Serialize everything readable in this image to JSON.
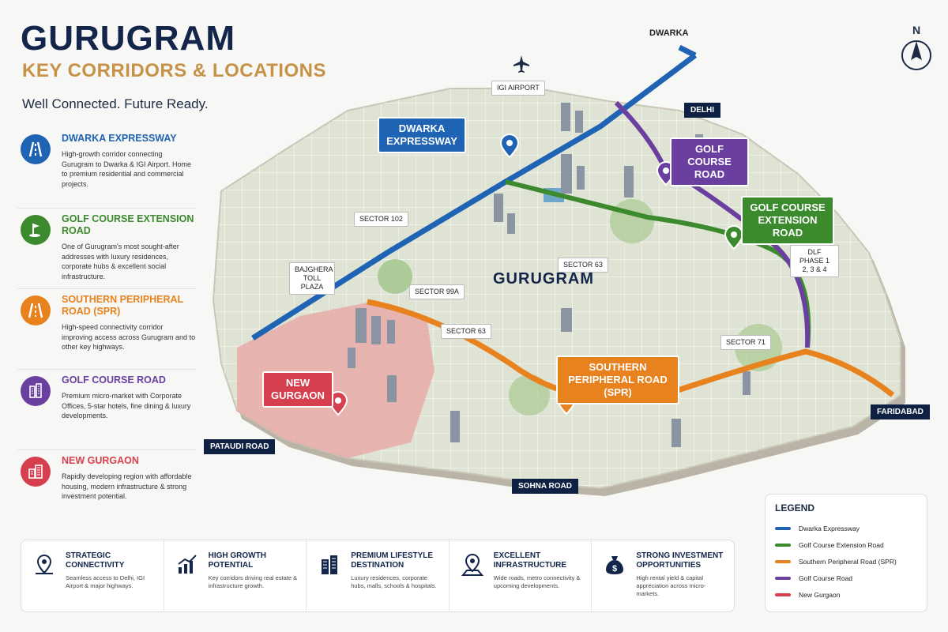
{
  "header": {
    "title": "GURUGRAM",
    "subtitle": "KEY CORRIDORS & LOCATIONS",
    "tagline": "Well Connected. Future Ready."
  },
  "sidebar": {
    "items": [
      {
        "title": "DWARKA EXPRESSWAY",
        "desc": "High-growth corridor connecting Gurugram to Dwarka & IGI Airport. Home to premium residential and commercial projects.",
        "color": "#1f63b4",
        "icon": "highway-icon"
      },
      {
        "title": "GOLF COURSE EXTENSION ROAD",
        "desc": "One of Gurugram's most sought-after addresses with luxury residences, corporate hubs & excellent social infrastructure.",
        "color": "#3b8a2e",
        "icon": "golf-flag-icon"
      },
      {
        "title": "SOUTHERN PERIPHERAL ROAD (SPR)",
        "desc": "High-speed connectivity corridor improving access across Gurugram and to other key highways.",
        "color": "#e8821e",
        "icon": "road-icon"
      },
      {
        "title": "GOLF COURSE ROAD",
        "desc": "Premium micro-market with Corporate Offices, 5-star hotels, fine dining & luxury developments.",
        "color": "#6a3fa0",
        "icon": "office-building-icon"
      },
      {
        "title": "NEW GURGAON",
        "desc": "Rapidly developing region with affordable housing, modern infrastructure & strong investment potential.",
        "color": "#d6404e",
        "icon": "residential-building-icon"
      }
    ]
  },
  "map": {
    "city_label": "GURUGRAM",
    "places": {
      "dwarka": "DWARKA",
      "igi_airport": "IGI AIRPORT",
      "delhi": "DELHI",
      "sector_102": "SECTOR 102",
      "bajghera": "BAJGHERA TOLL PLAZA",
      "sector_99a": "SECTOR 99A",
      "sector_63_a": "SECTOR 63",
      "sector_63_b": "SECTOR 63",
      "sector_71": "SECTOR 71",
      "dlf_phase": "DLF PHASE 1 2, 3 & 4",
      "faridabad": "FARIDABAD",
      "pataudi_road": "PATAUDI ROAD",
      "sohna_road": "SOHNA ROAD"
    },
    "callouts": {
      "dwarka_expressway": "DWARKA EXPRESSWAY",
      "golf_course_road": "GOLF COURSE ROAD",
      "golf_course_extension": "GOLF COURSE EXTENSION ROAD",
      "spr": "SOUTHERN PERIPHERAL ROAD (SPR)",
      "new_gurgaon": "NEW GURGAON"
    }
  },
  "features": [
    {
      "title": "STRATEGIC CONNECTIVITY",
      "desc": "Seamless access to Delhi, IGI Airport & major highways.",
      "icon": "map-pin-icon"
    },
    {
      "title": "HIGH GROWTH POTENTIAL",
      "desc": "Key corridors driving real estate & infrastructure growth.",
      "icon": "growth-chart-icon"
    },
    {
      "title": "PREMIUM LIFESTYLE DESTINATION",
      "desc": "Luxury residences, corporate hubs, malls, schools & hospitals.",
      "icon": "buildings-icon"
    },
    {
      "title": "EXCELLENT INFRASTRUCTURE",
      "desc": "Wide roads, metro connectivity & upcoming developments.",
      "icon": "location-map-icon"
    },
    {
      "title": "STRONG INVESTMENT OPPORTUNITIES",
      "desc": "High rental yield & capital appreciation across micro-markets.",
      "icon": "money-bag-icon"
    }
  ],
  "legend": {
    "title": "LEGEND",
    "items": [
      {
        "label": "Dwarka Expressway",
        "color": "#1f63b4"
      },
      {
        "label": "Golf Course Extension Road",
        "color": "#3b8a2e"
      },
      {
        "label": "Southern Peripheral Road (SPR)",
        "color": "#e8821e"
      },
      {
        "label": "Golf Course Road",
        "color": "#6a3fa0"
      },
      {
        "label": "New Gurgaon",
        "color": "#d6404e"
      }
    ]
  },
  "compass": {
    "label": "N"
  }
}
